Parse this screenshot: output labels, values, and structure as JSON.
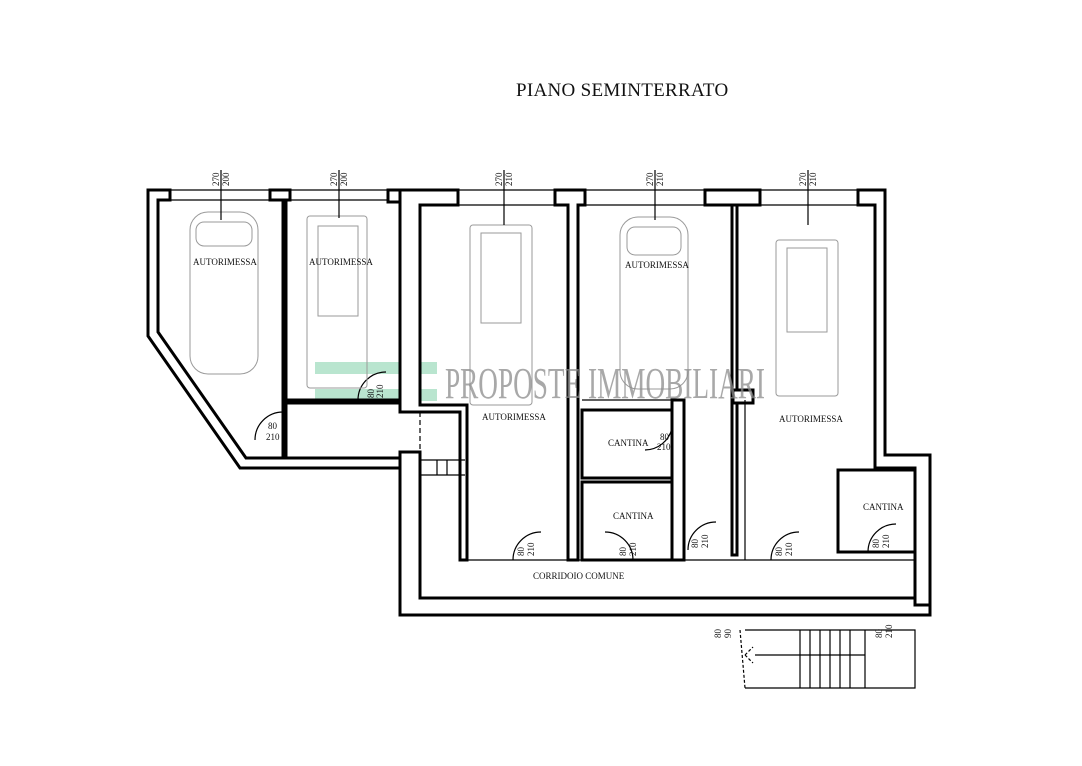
{
  "title": "PIANO SEMINTERRATO",
  "watermark": "PROPOSTE IMMOBILIARI",
  "rooms": {
    "garage1": "AUTORIMESSA",
    "garage2": "AUTORIMESSA",
    "garage3": "AUTORIMESSA",
    "garage4": "AUTORIMESSA",
    "garage5": "AUTORIMESSA",
    "cantina1": "CANTINA",
    "cantina2": "CANTINA",
    "cantina3": "CANTINA",
    "corridor": "CORRIDOIO COMUNE"
  },
  "garage_doors": [
    {
      "w": "270",
      "h": "200"
    },
    {
      "w": "270",
      "h": "200"
    },
    {
      "w": "270",
      "h": "210"
    },
    {
      "w": "270",
      "h": "210"
    },
    {
      "w": "270",
      "h": "210"
    }
  ],
  "doors": {
    "w": "80",
    "h": "210",
    "stair_h": "90"
  },
  "colors": {
    "watermark_green": "#7fcfa8",
    "watermark_text": "#8c8c8c"
  }
}
